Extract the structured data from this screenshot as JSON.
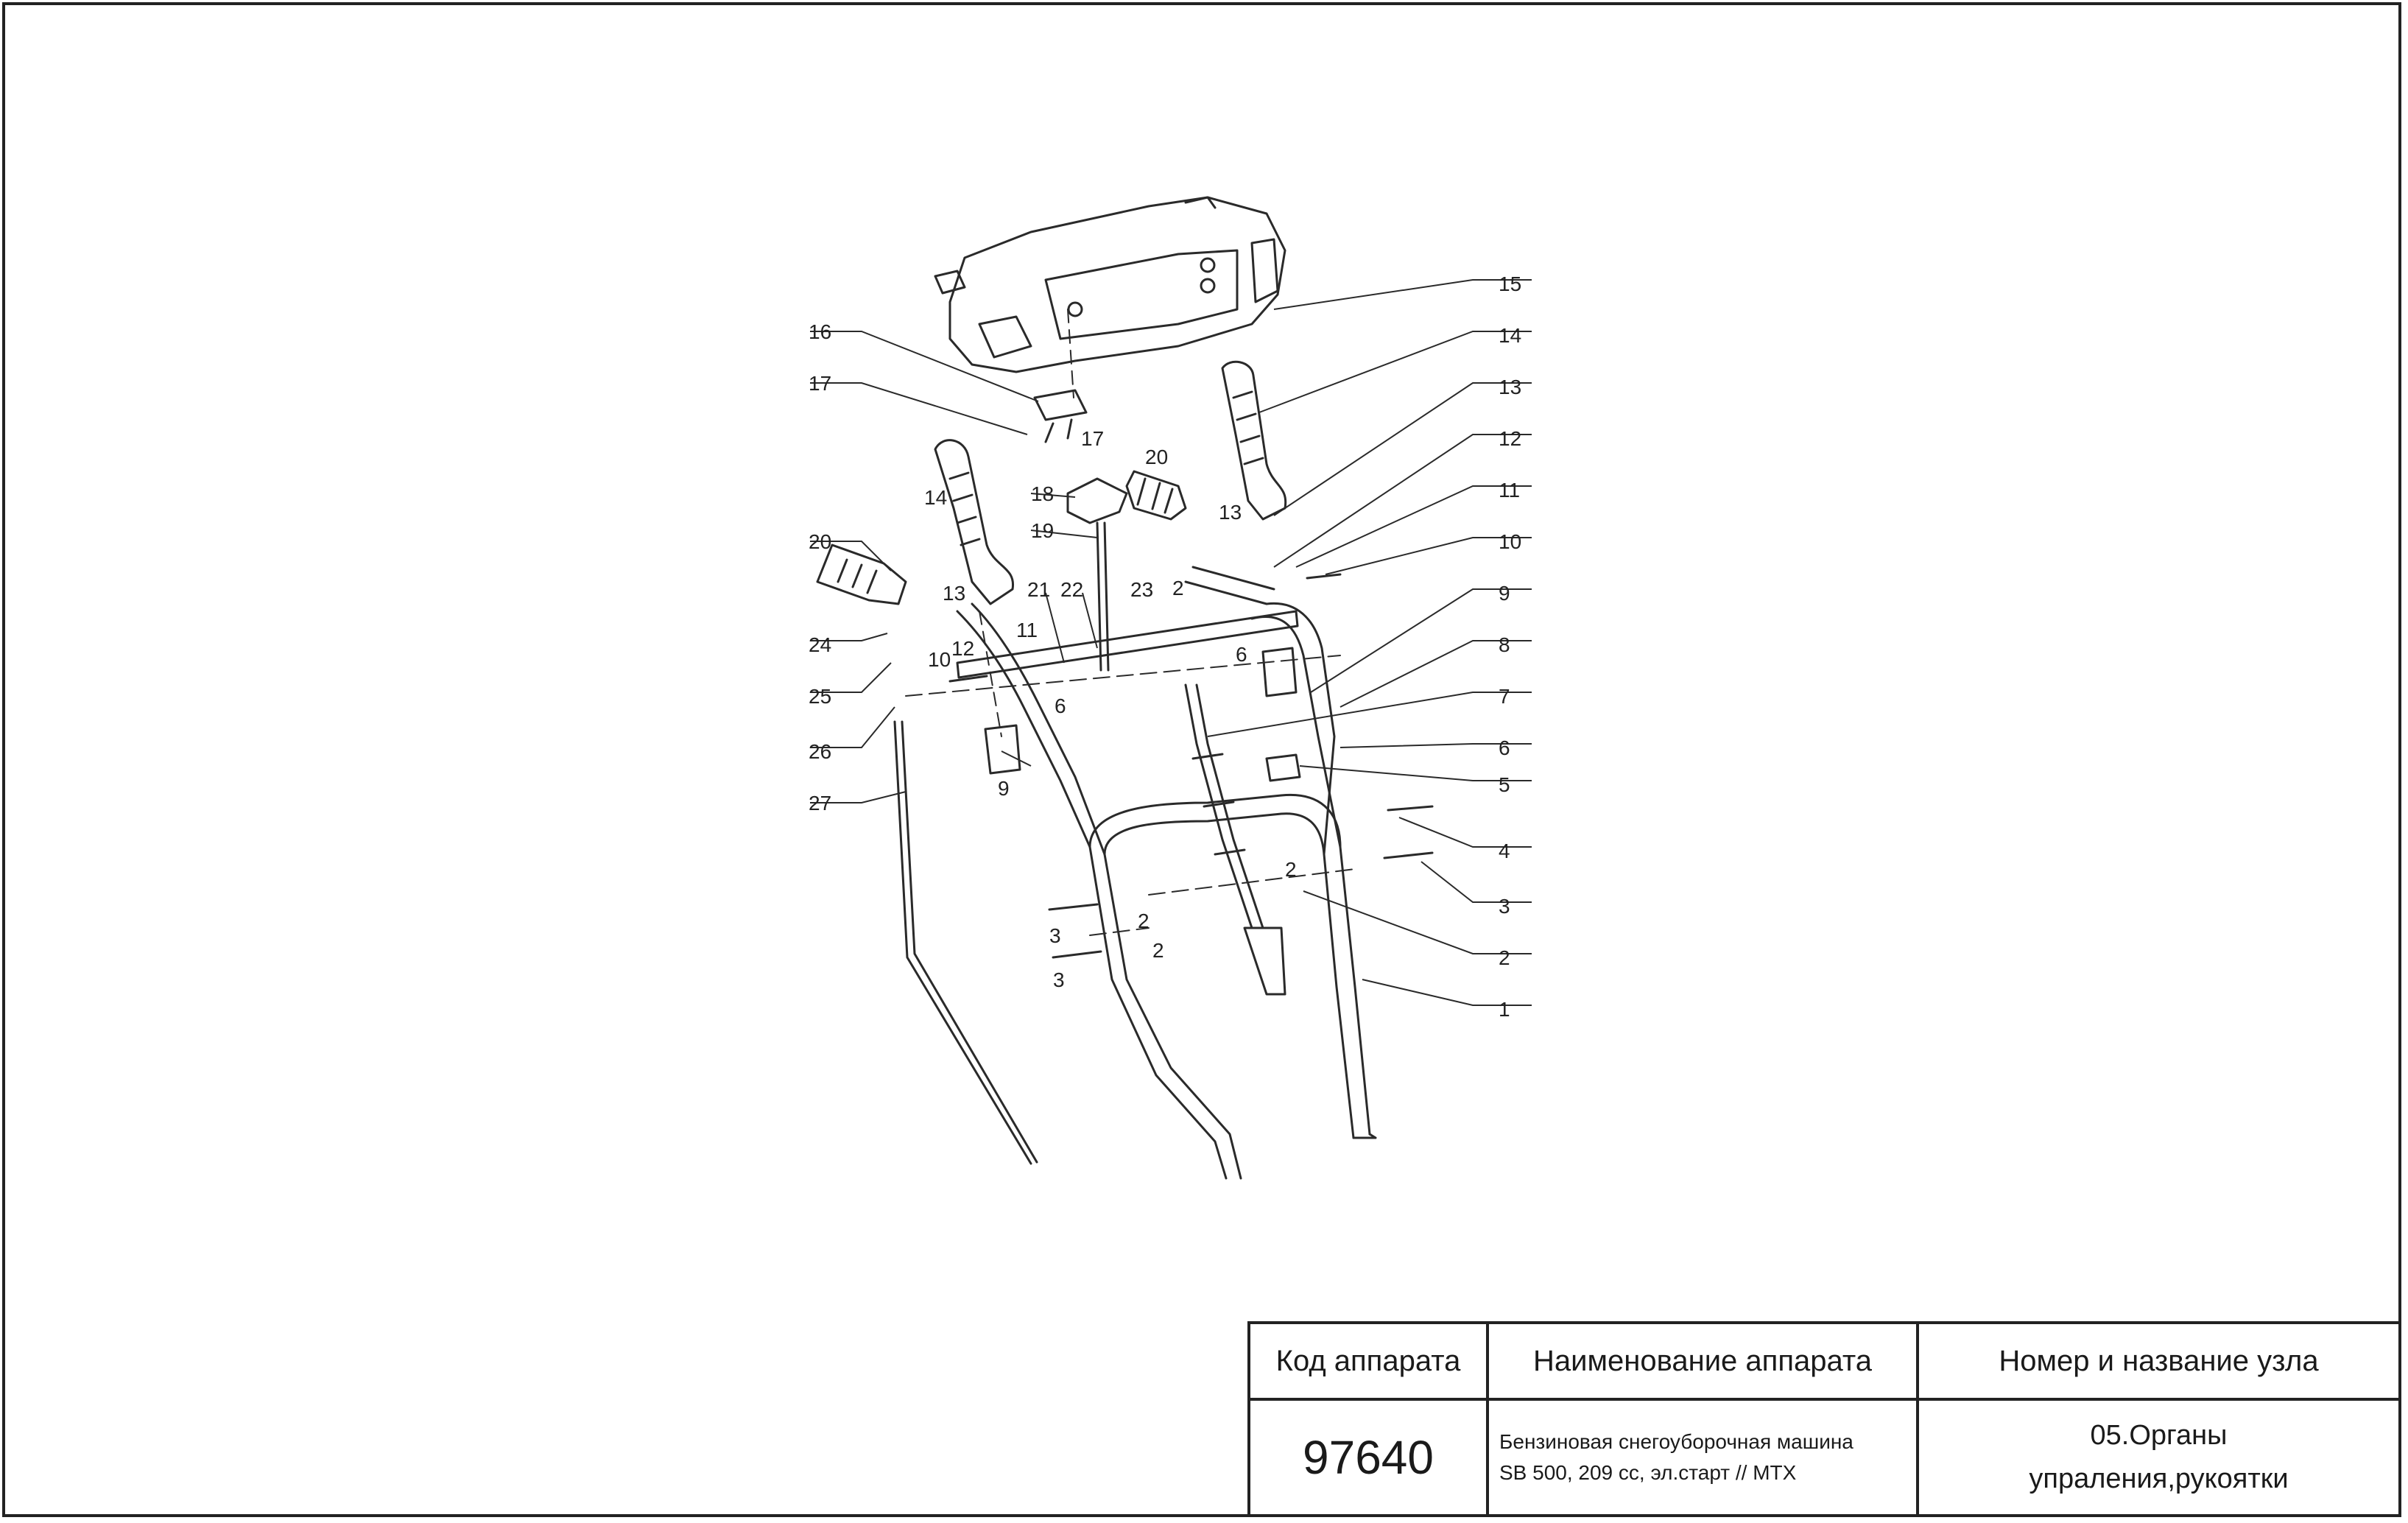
{
  "callouts": {
    "c1": "1",
    "c2": "2",
    "c3": "3",
    "c4": "4",
    "c5": "5",
    "c6": "6",
    "c7": "7",
    "c8": "8",
    "c9": "9",
    "c10": "10",
    "c11": "11",
    "c12": "12",
    "c13": "13",
    "c14": "14",
    "c15": "15",
    "c16": "16",
    "c17": "17",
    "c18": "18",
    "c19": "19",
    "c20": "20",
    "c21": "21",
    "c22": "22",
    "c23": "23",
    "c24": "24",
    "c25": "25",
    "c26": "26",
    "c27": "27"
  },
  "title_block": {
    "header_code": "Код аппарата",
    "header_name": "Наименование аппарата",
    "header_unit": "Номер и название узла",
    "code": "97640",
    "name_line1": "Бензиновая снегоуборочная машина",
    "name_line2": "SB 500, 209 cc, эл.старт // MTX",
    "unit_line1": "05.Органы",
    "unit_line2": "упраления,рукоятки"
  }
}
